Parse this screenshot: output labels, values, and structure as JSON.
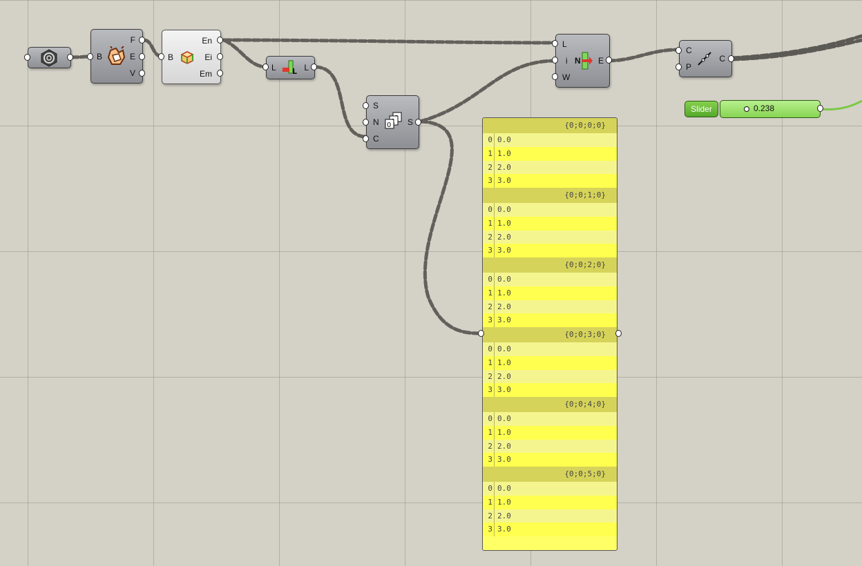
{
  "canvas": {
    "colors": {
      "background": "#d4d1c7",
      "wire": "#5c5a55",
      "slider_wire": "#7ac943",
      "panel": "#ffff66"
    }
  },
  "components": {
    "brep_param": {
      "icon": "hexagon-spiral-icon"
    },
    "deconstruct_brep": {
      "icon": "deconstruct-brep-icon",
      "inputs": [
        "B"
      ],
      "outputs": [
        "F",
        "E",
        "V"
      ]
    },
    "edges_from_brep": {
      "icon": "brep-edges-cube-icon",
      "inputs": [
        "B"
      ],
      "outputs": [
        "En",
        "Ei",
        "Em"
      ]
    },
    "list_length": {
      "icon": "list-length-icon",
      "inputs": [
        "L"
      ],
      "outputs": [
        "L"
      ]
    },
    "series": {
      "icon": "series-icon",
      "inputs": [
        "S",
        "N",
        "C"
      ],
      "outputs": [
        "S"
      ]
    },
    "evaluate_length": {
      "icon": "evaluate-length-icon",
      "inputs": [
        "L",
        "i",
        "W"
      ],
      "mid_label": "N",
      "outputs": [
        "E"
      ]
    },
    "shatter": {
      "icon": "shatter-curve-icon",
      "inputs": [
        "C",
        "P"
      ],
      "outputs": [
        "C"
      ]
    }
  },
  "slider": {
    "label": "Slider",
    "value": "0.238"
  },
  "panel": {
    "branches": [
      {
        "path": "{0;0;0;0}",
        "items": [
          {
            "i": "0",
            "v": "0.0"
          },
          {
            "i": "1",
            "v": "1.0"
          },
          {
            "i": "2",
            "v": "2.0"
          },
          {
            "i": "3",
            "v": "3.0"
          }
        ]
      },
      {
        "path": "{0;0;1;0}",
        "items": [
          {
            "i": "0",
            "v": "0.0"
          },
          {
            "i": "1",
            "v": "1.0"
          },
          {
            "i": "2",
            "v": "2.0"
          },
          {
            "i": "3",
            "v": "3.0"
          }
        ]
      },
      {
        "path": "{0;0;2;0}",
        "items": [
          {
            "i": "0",
            "v": "0.0"
          },
          {
            "i": "1",
            "v": "1.0"
          },
          {
            "i": "2",
            "v": "2.0"
          },
          {
            "i": "3",
            "v": "3.0"
          }
        ]
      },
      {
        "path": "{0;0;3;0}",
        "items": [
          {
            "i": "0",
            "v": "0.0"
          },
          {
            "i": "1",
            "v": "1.0"
          },
          {
            "i": "2",
            "v": "2.0"
          },
          {
            "i": "3",
            "v": "3.0"
          }
        ]
      },
      {
        "path": "{0;0;4;0}",
        "items": [
          {
            "i": "0",
            "v": "0.0"
          },
          {
            "i": "1",
            "v": "1.0"
          },
          {
            "i": "2",
            "v": "2.0"
          },
          {
            "i": "3",
            "v": "3.0"
          }
        ]
      },
      {
        "path": "{0;0;5;0}",
        "items": [
          {
            "i": "0",
            "v": "0.0"
          },
          {
            "i": "1",
            "v": "1.0"
          },
          {
            "i": "2",
            "v": "2.0"
          },
          {
            "i": "3",
            "v": "3.0"
          }
        ]
      }
    ]
  }
}
